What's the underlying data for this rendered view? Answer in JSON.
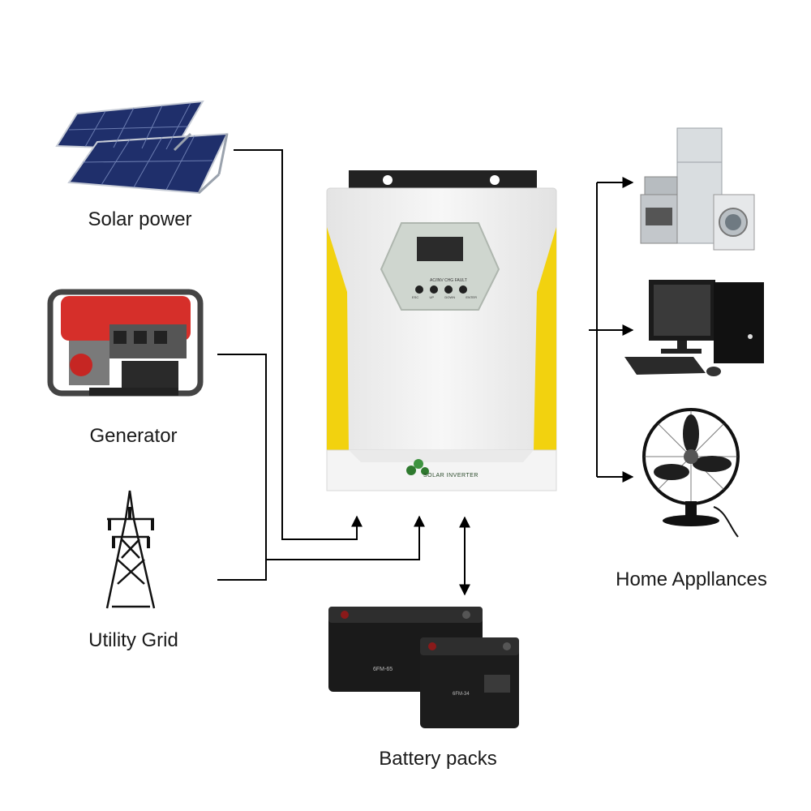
{
  "sources": [
    {
      "id": "solar",
      "label": "Solar power",
      "icon": "solar-panel-icon"
    },
    {
      "id": "generator",
      "label": "Generator",
      "icon": "generator-icon"
    },
    {
      "id": "grid",
      "label": "Utility Grid",
      "icon": "power-tower-icon"
    }
  ],
  "inverter": {
    "brand_text": "SOLAR INVERTER",
    "indicators": [
      "AC/INV",
      "CHG",
      "FAULT"
    ],
    "buttons": [
      "ESC",
      "UP",
      "DOWN",
      "ENTER"
    ],
    "colors": {
      "body": "#f1f1f1",
      "accent": "#f2d20f",
      "panel": "#cfd6cf",
      "mount": "#222222"
    }
  },
  "battery": {
    "label": "Battery packs",
    "models": [
      "6FM-65",
      "6FM-34"
    ],
    "icon": "battery-icon"
  },
  "loads": {
    "label": "Home Appllances",
    "items": [
      {
        "id": "kitchen",
        "icon": "kitchen-appliances-icon"
      },
      {
        "id": "computer",
        "icon": "desktop-computer-icon"
      },
      {
        "id": "fan",
        "icon": "fan-icon"
      }
    ]
  },
  "colors": {
    "line": "#000000",
    "background": "#ffffff"
  }
}
